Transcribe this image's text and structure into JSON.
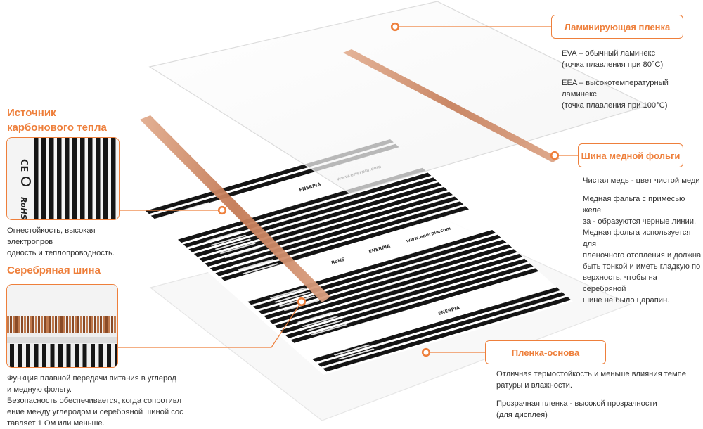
{
  "labels": {
    "lamination": "Ламинирующая пленка",
    "copper_bus": "Шина медной фольги",
    "base_film": "Пленка-основа"
  },
  "headings": {
    "carbon_source": [
      "Источник",
      "карбонового тепла"
    ],
    "silver_bus": "Серебряная шина"
  },
  "descriptions": {
    "lamination": [
      [
        "EVA – обычный ламинекс",
        "(точка плавления при 80°C)"
      ],
      [
        "EEA – высокотемпературный ламинекс",
        "(точка плавления при 100°C)"
      ]
    ],
    "copper_bus": [
      [
        "Чистая медь - цвет чистой меди"
      ],
      [
        "Медная фальга с примесью желе",
        "за - образуются черные линии.",
        "Медная фольга используется для",
        "пленочного отопления и должна",
        "быть тонкой и иметь гладкую по",
        "верхность, чтобы на серебряной",
        "шине не было царапин."
      ]
    ],
    "carbon_source": [
      "Огнестойкость, высокая электропров",
      "одность и теплопроводность."
    ],
    "silver_bus": [
      "Функция плавной передачи питания в углерод",
      "и медную фольгу.",
      "Безопасность обеспечивается, когда сопротивл",
      "ение между углеродом и серебряной шиной сос",
      "тавляет 1 Ом или меньше."
    ],
    "base_film": [
      [
        "Отличная термостойкость и меньше влияния темпе",
        "ратуры и влажности."
      ],
      [
        "Прозрачная пленка - высокой прозрачности",
        "(для дисплея)"
      ]
    ]
  },
  "film_prints": {
    "logo": "ENERPIA",
    "site": "www.enerpia.com",
    "rohs": "RoHS",
    "ce": "CE"
  },
  "colors": {
    "accent": "#ee7f3b",
    "copper": "#c9825e",
    "carbon": "#151515",
    "text": "#333333"
  }
}
